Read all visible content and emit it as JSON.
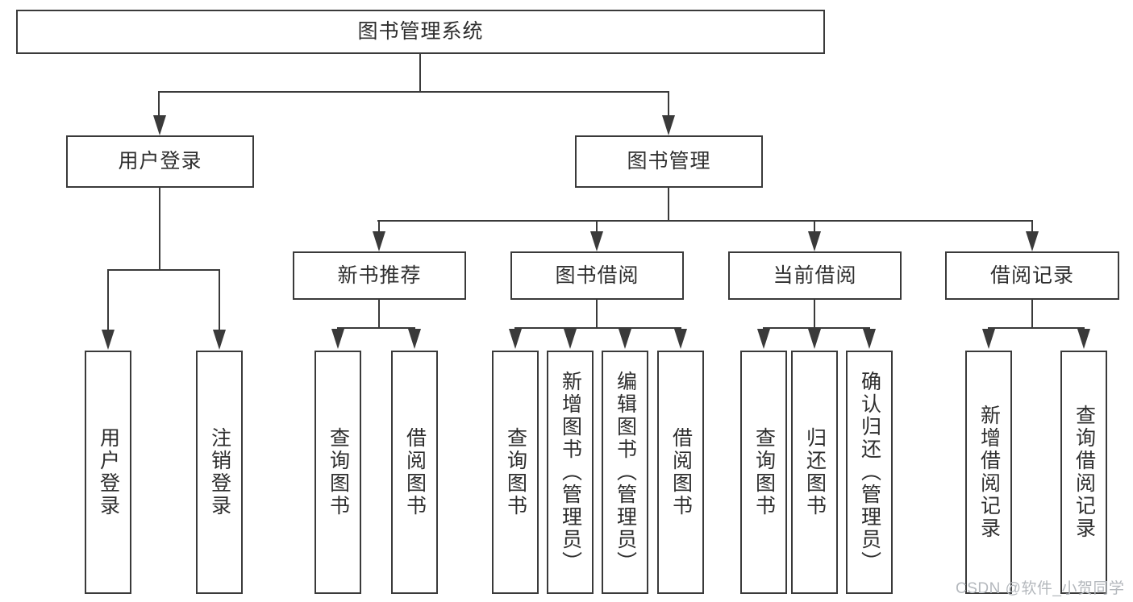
{
  "watermark": "CSDN @软件_小贺同学",
  "colors": {
    "line": "#3a3a3a",
    "text": "#2e2e2e",
    "background": "#ffffff",
    "watermark": "#b4b8bd"
  },
  "tree": {
    "label": "图书管理系统",
    "children": [
      {
        "label": "用户登录",
        "children": [
          {
            "label": "用户登录"
          },
          {
            "label": "注销登录"
          }
        ]
      },
      {
        "label": "图书管理",
        "children": [
          {
            "label": "新书推荐",
            "children": [
              {
                "label": "查询图书"
              },
              {
                "label": "借阅图书"
              }
            ]
          },
          {
            "label": "图书借阅",
            "children": [
              {
                "label": "查询图书"
              },
              {
                "label": "新增图书（管理员）"
              },
              {
                "label": "编辑图书（管理员）"
              },
              {
                "label": "借阅图书"
              }
            ]
          },
          {
            "label": "当前借阅",
            "children": [
              {
                "label": "查询图书"
              },
              {
                "label": "归还图书"
              },
              {
                "label": "确认归还（管理员）"
              }
            ]
          },
          {
            "label": "借阅记录",
            "children": [
              {
                "label": "新增借阅记录"
              },
              {
                "label": "查询借阅记录"
              }
            ]
          }
        ]
      }
    ]
  }
}
